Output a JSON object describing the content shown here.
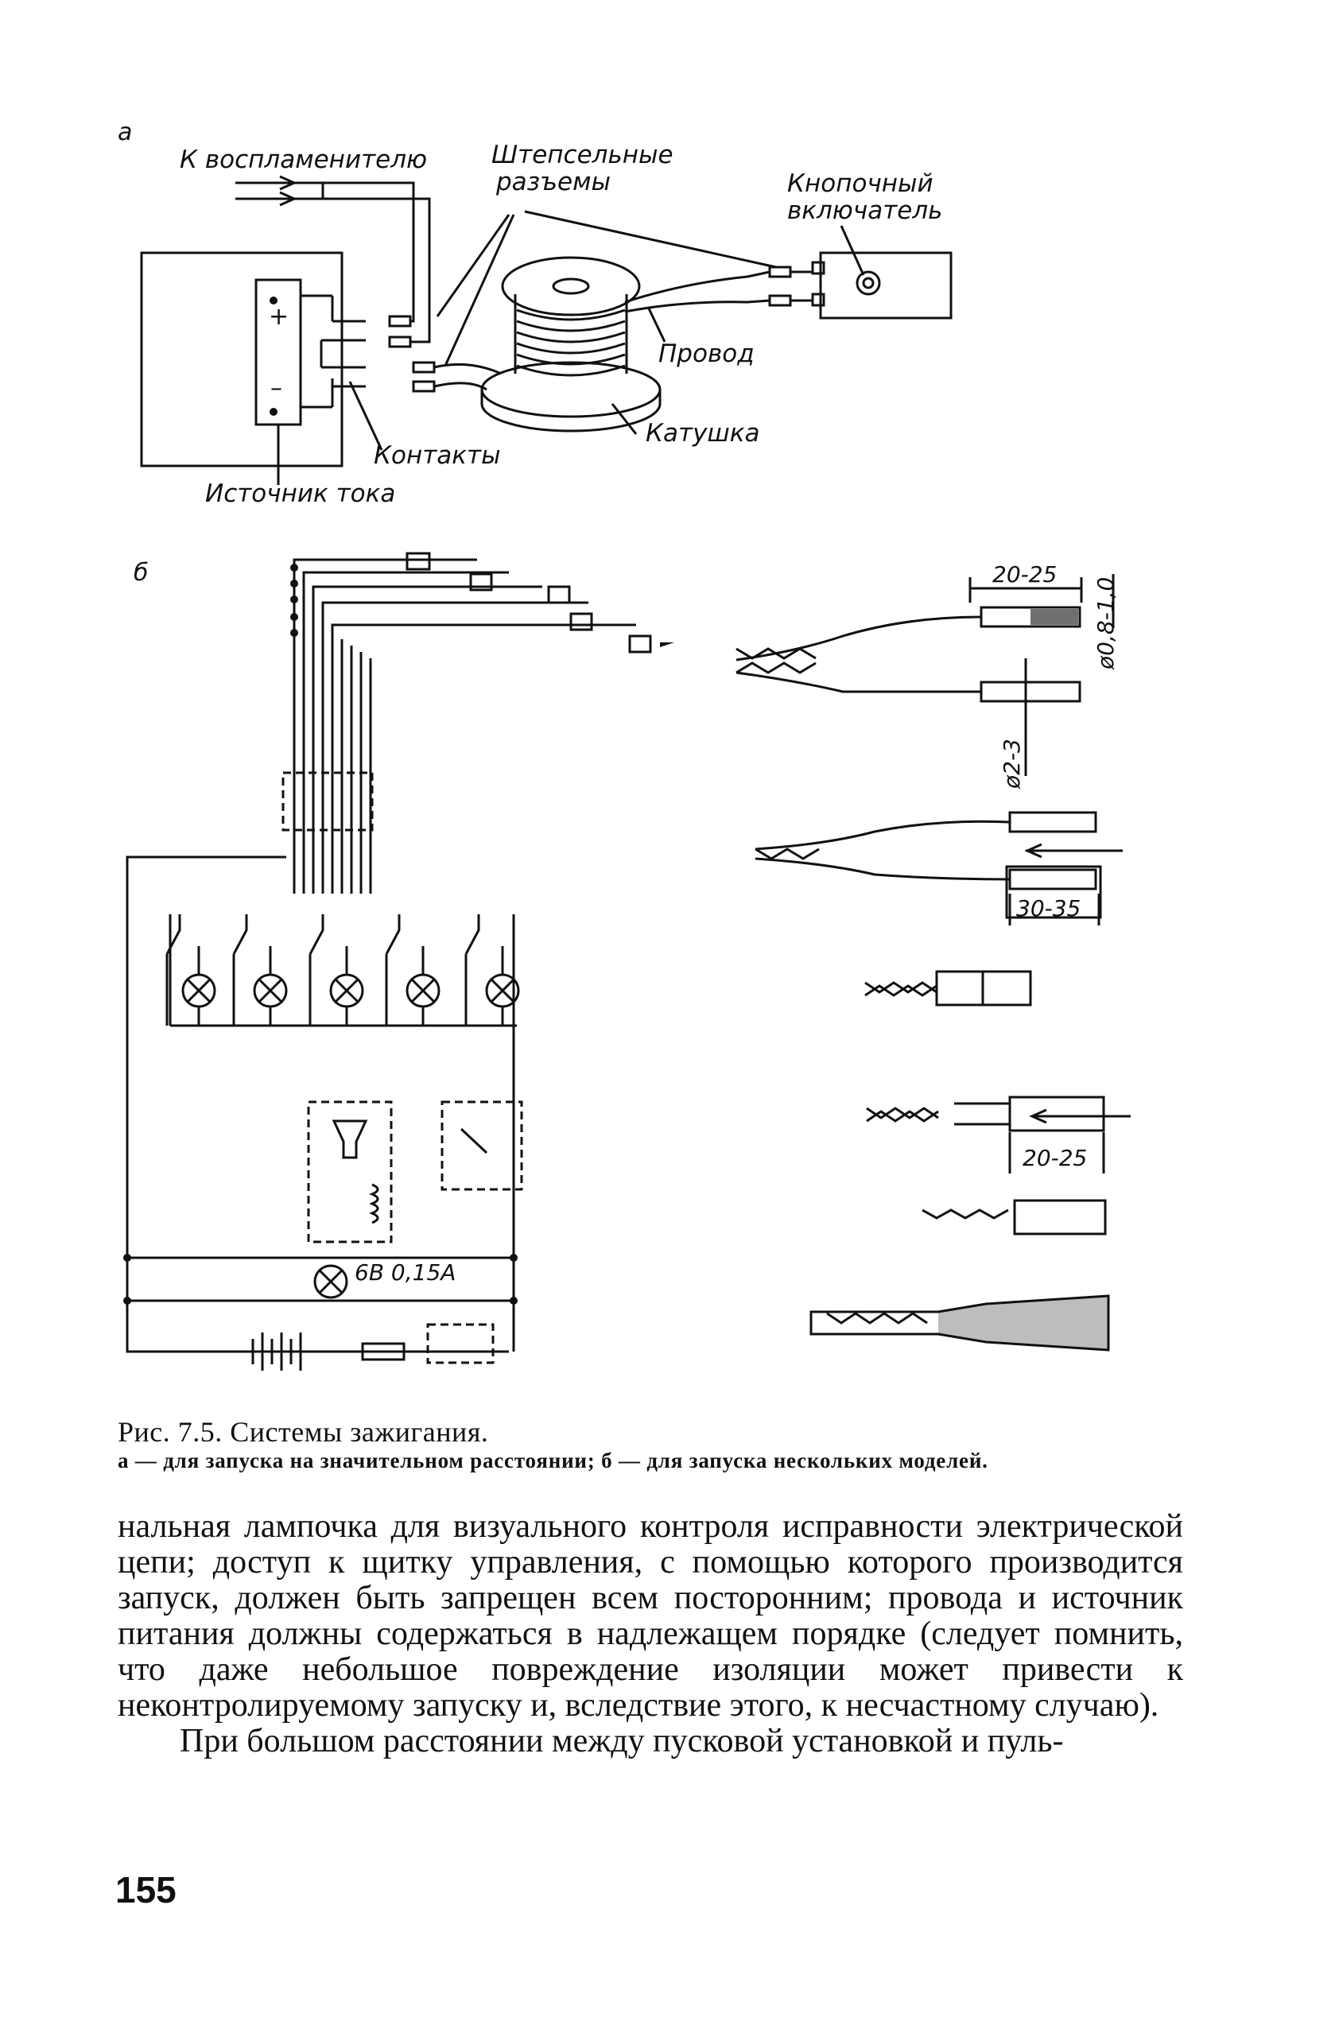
{
  "figure_a": {
    "panel_letter": "а",
    "labels": {
      "igniter": "К воспламенителю",
      "plug_connectors_line1": "Штепсельные",
      "plug_connectors_line2": "разъемы",
      "push_switch_line1": "Кнопочный",
      "push_switch_line2": "включатель",
      "wire": "Провод",
      "coil": "Катушка",
      "contacts": "Контакты",
      "power_source": "Источник тока"
    }
  },
  "figure_b": {
    "panel_letter": "б",
    "lamp_label": "6В 0,15А",
    "dimensions": {
      "pin_length": "20-25",
      "wire_diameter": "ø0,8-1,0",
      "tube_diameter": "ø2-3",
      "insertion_length": "30-35",
      "crimp_length": "20-25"
    }
  },
  "caption": {
    "title": "Рис. 7.5. Системы зажигания.",
    "subtitle": "а — для запуска на значительном расстоянии; б — для запуска нескольких моделей."
  },
  "body": {
    "paragraph_1": "нальная лампочка для визуального контроля исправности электрической цепи; доступ к щитку управления, с помощью которого производится запуск, должен быть запрещен всем посторонним; провода и источник питания должны содержаться в надлежащем порядке (следует помнить, что даже небольшое повреждение изоляции может привести к неконтролируемому запуску и, вследствие этого, к несчастному случаю).",
    "paragraph_2": "При большом расстоянии между пусковой установкой и пуль-"
  },
  "page_number": "155"
}
